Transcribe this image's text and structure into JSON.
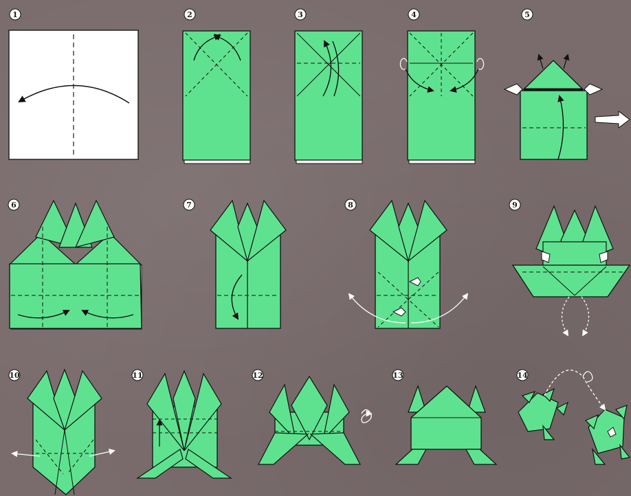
{
  "colors": {
    "background": "#7a6c6c",
    "paper_green": "#5fe28f",
    "paper_shade": "#48c575",
    "paper_white": "#ffffff",
    "outline": "#111111"
  },
  "steps": [
    {
      "number": "1"
    },
    {
      "number": "2"
    },
    {
      "number": "3"
    },
    {
      "number": "4"
    },
    {
      "number": "5"
    },
    {
      "number": "6"
    },
    {
      "number": "7"
    },
    {
      "number": "8"
    },
    {
      "number": "9"
    },
    {
      "number": "10"
    },
    {
      "number": "11"
    },
    {
      "number": "12"
    },
    {
      "number": "13"
    },
    {
      "number": "14"
    }
  ]
}
